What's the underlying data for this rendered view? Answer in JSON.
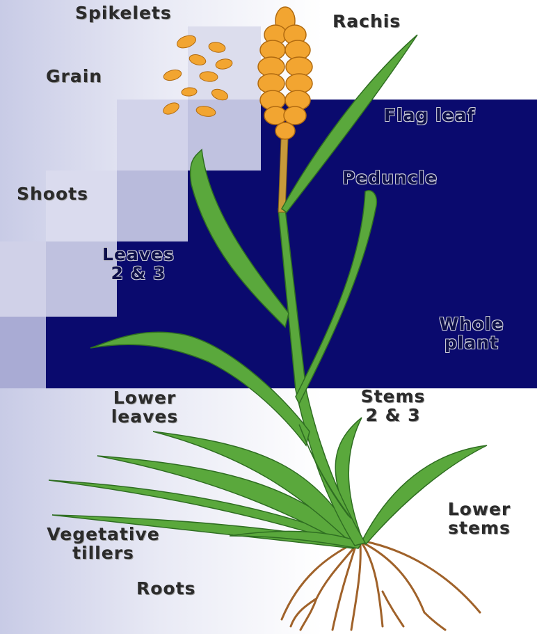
{
  "colors": {
    "navy_panel": "#0a0a6e",
    "step_tints": [
      "#aeb0d8",
      "#c2c4e2",
      "#d6d7ec",
      "#e6e7f3"
    ],
    "leaf": "#5aa83c",
    "leaf_dark": "#2f6e22",
    "grain": "#f2a531",
    "root": "#a0622a"
  },
  "labels": {
    "spikelets": "Spikelets",
    "rachis": "Rachis",
    "grain": "Grain",
    "flag_leaf": "Flag leaf",
    "peduncle": "Peduncle",
    "shoots": "Shoots",
    "leaves_23": [
      "Leaves",
      "2 & 3"
    ],
    "whole_plant": [
      "Whole",
      "plant"
    ],
    "lower_leaves": [
      "Lower",
      "leaves"
    ],
    "stems_23": [
      "Stems",
      "2 & 3"
    ],
    "lower_stems": [
      "Lower",
      "stems"
    ],
    "vegetative_tillers": [
      "Vegetative",
      "tillers"
    ],
    "roots": "Roots"
  }
}
